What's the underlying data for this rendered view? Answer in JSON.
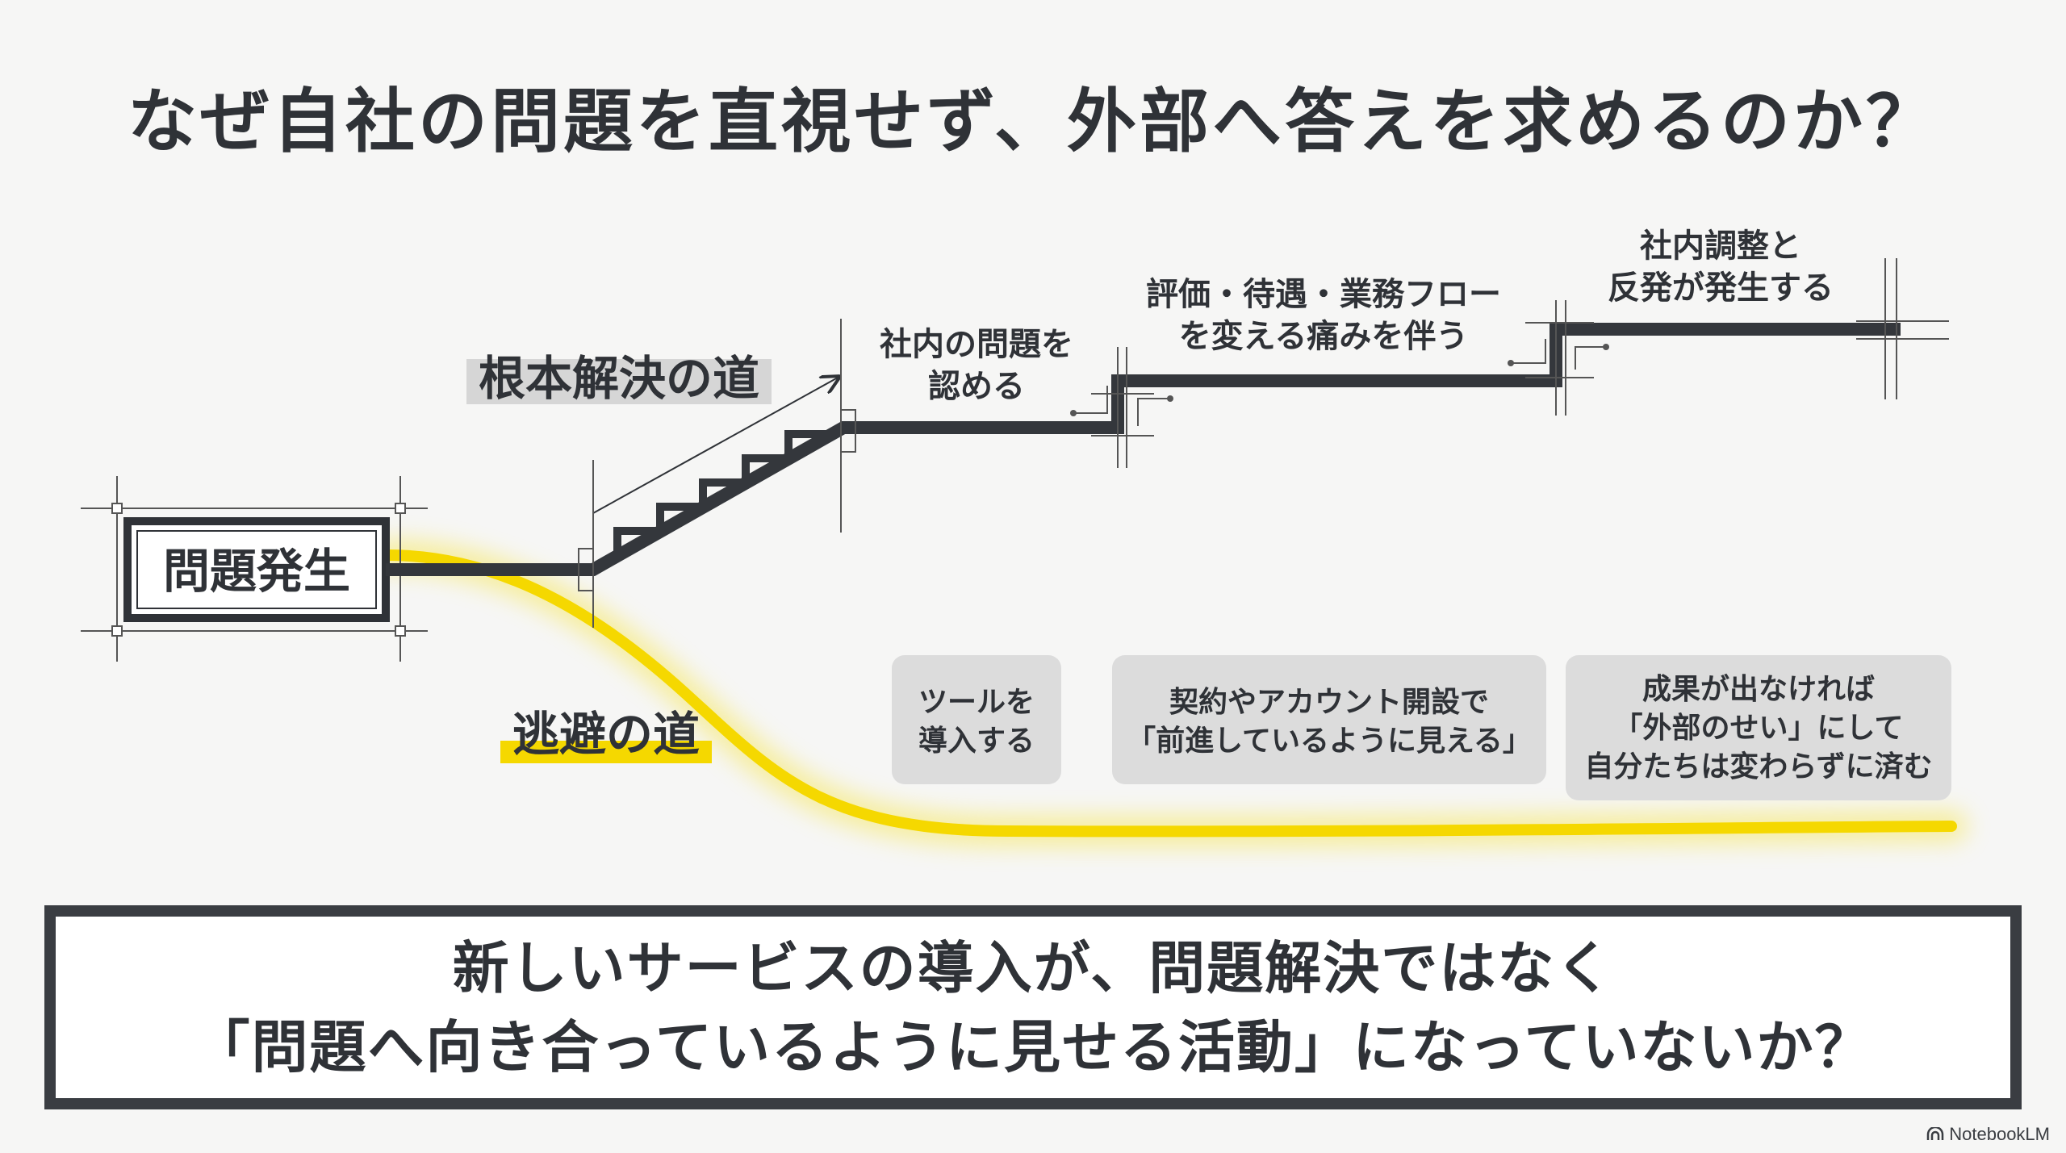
{
  "title": "なぜ自社の問題を直視せず、外部へ答えを求めるのか？",
  "start_box": {
    "label": "問題発生"
  },
  "root_path": {
    "label": "根本解決の道",
    "steps": [
      {
        "lines": [
          "社内の問題を",
          "認める"
        ]
      },
      {
        "lines": [
          "評価・待遇・業務フロー",
          "を変える痛みを伴う"
        ]
      },
      {
        "lines": [
          "社内調整と",
          "反発が発生する"
        ]
      }
    ]
  },
  "escape_path": {
    "label": "逃避の道",
    "cards": [
      {
        "lines": [
          "ツールを",
          "導入する"
        ]
      },
      {
        "lines": [
          "契約やアカウント開設で",
          "「前進しているように見える」"
        ]
      },
      {
        "lines": [
          "成果が出なければ",
          "「外部のせい」にして",
          "自分たちは変わらずに済む"
        ]
      }
    ]
  },
  "conclusion": {
    "line1": "新しいサービスの導入が、問題解決ではなく",
    "line2": "「問題へ向き合っているように見せる活動」になっていないか？"
  },
  "footer": {
    "brand": "NotebookLM",
    "icon": "notebooklm-logo-icon"
  },
  "colors": {
    "ink": "#2f3237",
    "escape_yellow": "#f5d800",
    "card_gray": "#dcdcdc",
    "root_label_bg": "#d6d6d6"
  }
}
